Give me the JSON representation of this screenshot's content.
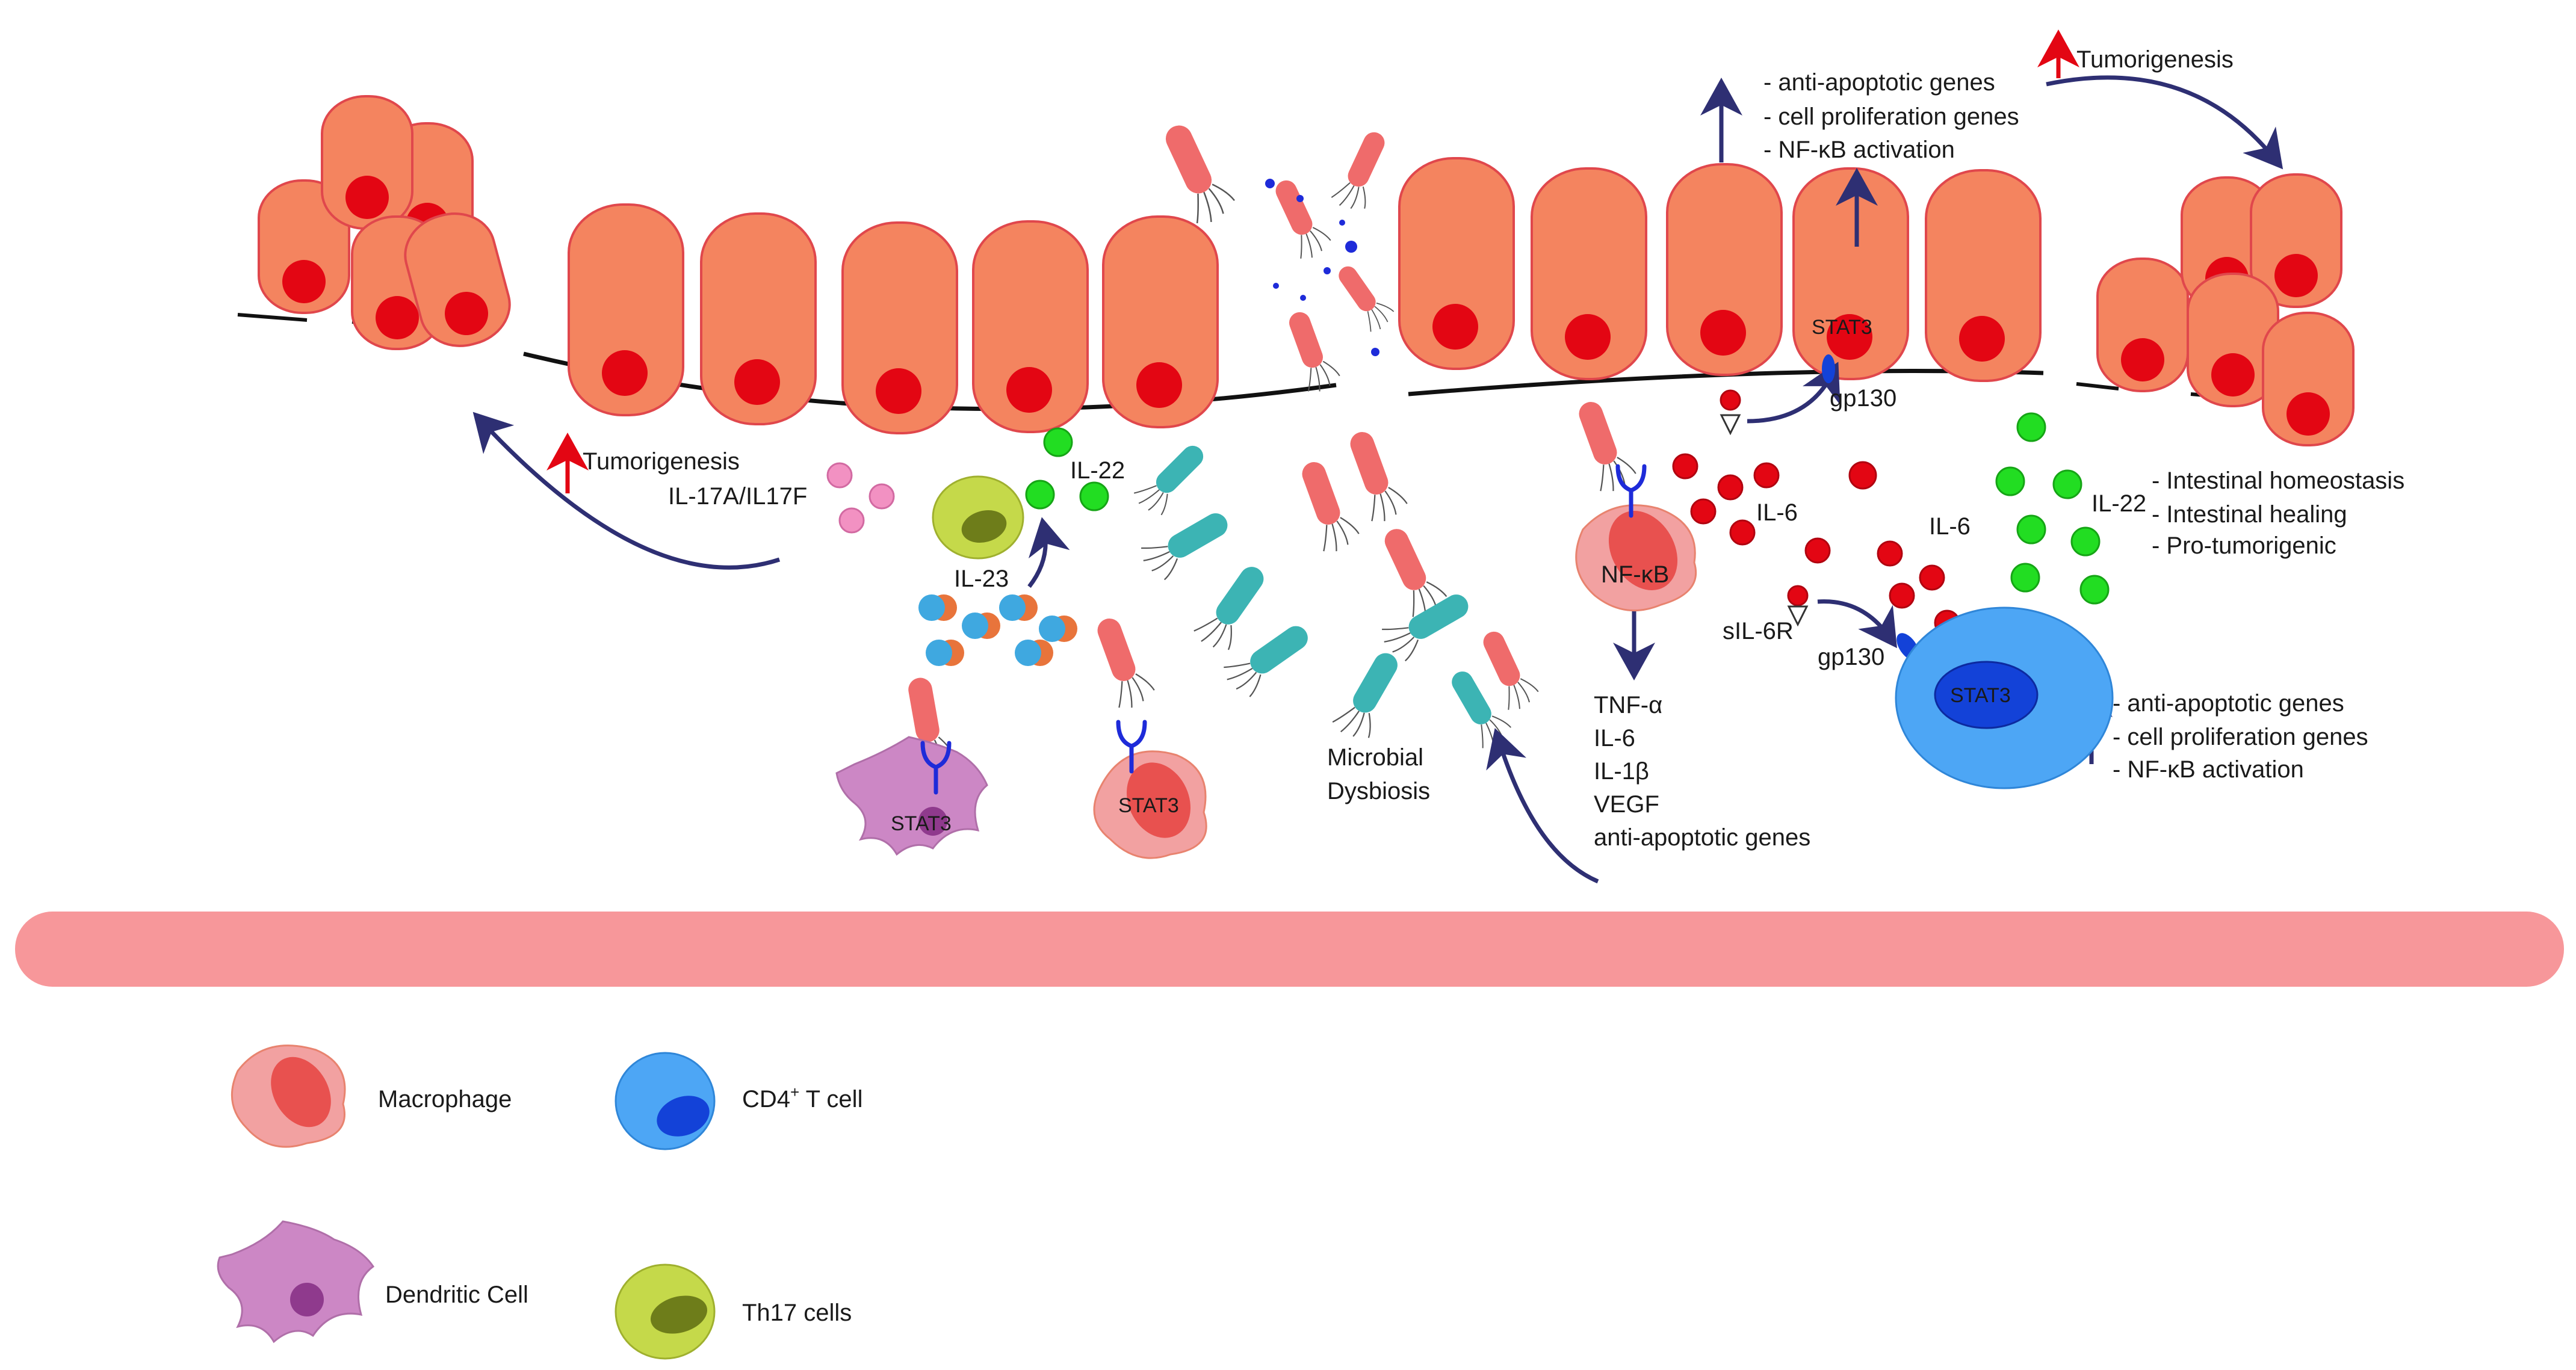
{
  "labels": {
    "tumorigenesis_left": "Tumorigenesis",
    "tumorigenesis_right": "Tumorigenesis",
    "il17": "IL-17A/IL17F",
    "il22_left": "IL-22",
    "il23": "IL-23",
    "il22_right": "IL-22",
    "il6_a": "IL-6",
    "il6_b": "IL-6",
    "sil6r": "sIL-6R",
    "gp130_top": "gp130",
    "gp130_cell": "gp130",
    "stat3_epithelial": "STAT3",
    "stat3_tcell": "STAT3",
    "stat3_macrophage": "STAT3",
    "stat3_dendritic": "STAT3",
    "nfkb": "NF-κB",
    "microbial": [
      "Microbial",
      "Dysbiosis"
    ]
  },
  "lists": {
    "top_effects": [
      "- anti-apoptotic genes",
      "- cell proliferation genes",
      "- NF-κB activation"
    ],
    "il22_effects": [
      "- Intestinal homeostasis",
      "- Intestinal healing",
      "- Pro-tumorigenic"
    ],
    "tcell_effects": [
      "- anti-apoptotic genes",
      "- cell proliferation genes",
      "- NF-κB activation"
    ],
    "nfkb_outputs": [
      "TNF-α",
      "IL-6",
      "IL-1β",
      "VEGF",
      "anti-apoptotic genes"
    ]
  },
  "legend": {
    "macrophage": "Macrophage",
    "dendritic": "Dendritic Cell",
    "cd4": "CD4",
    "cd4_sup": "+",
    "cd4_rest": " T cell",
    "th17": "Th17 cells"
  },
  "colors": {
    "epithelial": "#f4845f",
    "epithelial_stroke": "#e0474c",
    "nucleus": "#e30613",
    "arrow_navy": "#2e2f73",
    "arrow_red": "#e30613",
    "il6": "#e30613",
    "il22": "#22dd22",
    "il17": "#f291c2",
    "membrane": "#f7979a",
    "bacteria_red": "#ef6b6b",
    "bacteria_teal": "#3cb4b4",
    "tcell": "#4da6f5",
    "tcell_nucleus": "#1342d8",
    "macrophage": "#f2a1a1",
    "macrophage_nucleus": "#e8514f",
    "dendritic": "#cc87c5",
    "dendritic_nucleus": "#8f3a8d",
    "th17": "#c5d94a",
    "th17_nucleus": "#6e7d1a",
    "il23_blue": "#3fa8e0",
    "il23_orange": "#e8743b",
    "receptor": "#1e2bd9"
  }
}
